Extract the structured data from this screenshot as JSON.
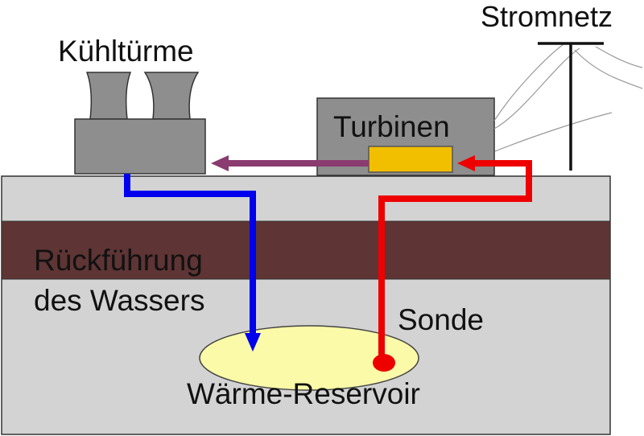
{
  "labels": {
    "cooling_towers": "Kühltürme",
    "power_grid": "Stromnetz",
    "turbines": "Turbinen",
    "water_return_line1": "Rückführung",
    "water_return_line2": "des Wassers",
    "probe": "Sonde",
    "heat_reservoir": "Wärme-Reservoir"
  },
  "colors": {
    "background": "#ffffff",
    "ground": "#d3d3d3",
    "rock_layer": "#5e3434",
    "buildings": "#8e8e8e",
    "turbine": "#f2be00",
    "reservoir": "#fafaa8",
    "hot_water": "#ee0000",
    "cold_water": "#0000ee",
    "steam_return": "#8a3b6f",
    "outline": "#333333",
    "power_line": "#999999"
  }
}
